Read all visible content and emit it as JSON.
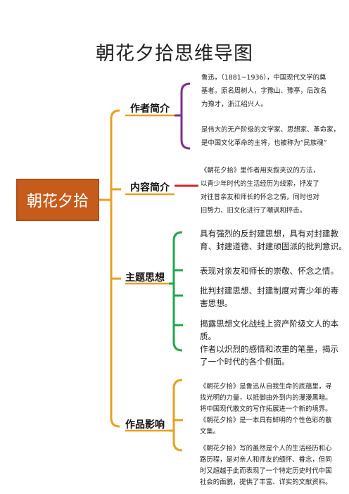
{
  "title": "朝花夕拾思维导图",
  "root": "朝花夕拾",
  "branches": [
    {
      "label": "作者简介",
      "color": "#7b2f8e",
      "leaves": [
        "鲁迅，（1881~1936），中国现代文学的奠\n基者。原名周树人，字豫山、豫亭，后改名\n为豫才，浙江绍兴人。",
        "是伟大的无产阶级的文学家、思想家、革命家，\n是中国文化革命的主将，也被称为“民族魂”"
      ]
    },
    {
      "label": "内容简介",
      "color": "#d7262b",
      "leaves": [
        "《朝花夕拾》里作者用夹叙夹议的方法，\n以青少年时代的生活经历为线索，抒发了\n对往昔亲友和师长的怀念之情，同时也对\n旧势力、旧文化进行了嘲讽和抨击。"
      ]
    },
    {
      "label": "主题思想",
      "color": "#1fa84a",
      "leaves": [
        "具有强烈的反封建思想，具有对封建教\n育、封建道德、封建顽固派的批判意识。",
        "表现对亲友和师长的崇敬、怀念之情。",
        "批判封建思想、封建制度对青少年的毒\n害思想。",
        "揭露思想文化战线上资产阶级文人的本\n质。",
        "作者以炽烈的感情和浓重的笔墨，揭示\n了一个时代的各个侧面。"
      ]
    },
    {
      "label": "作品影响",
      "color": "#e8a020",
      "leaves": [
        "《朝花夕拾》是鲁迅从自我生命的底蕴里，寻\n找光明的力量，以抵御由外到内的漫漫黑暗。\n将中国现代散文的写作拓展进一个新的境界。",
        "《朝花夕拾》是一本具有鲜明的个性色彩的散\n文集。",
        "《朝花夕拾》写的虽然是个人的生活经历和心\n路历程，是对亲人和师友的缅怀、眷念，但同\n时又超越于此而表现了一个特定历史时代中国\n社会的面貌，提供了丰富、详实的文献资料。"
      ]
    }
  ],
  "trunk_color": "#e8a020"
}
